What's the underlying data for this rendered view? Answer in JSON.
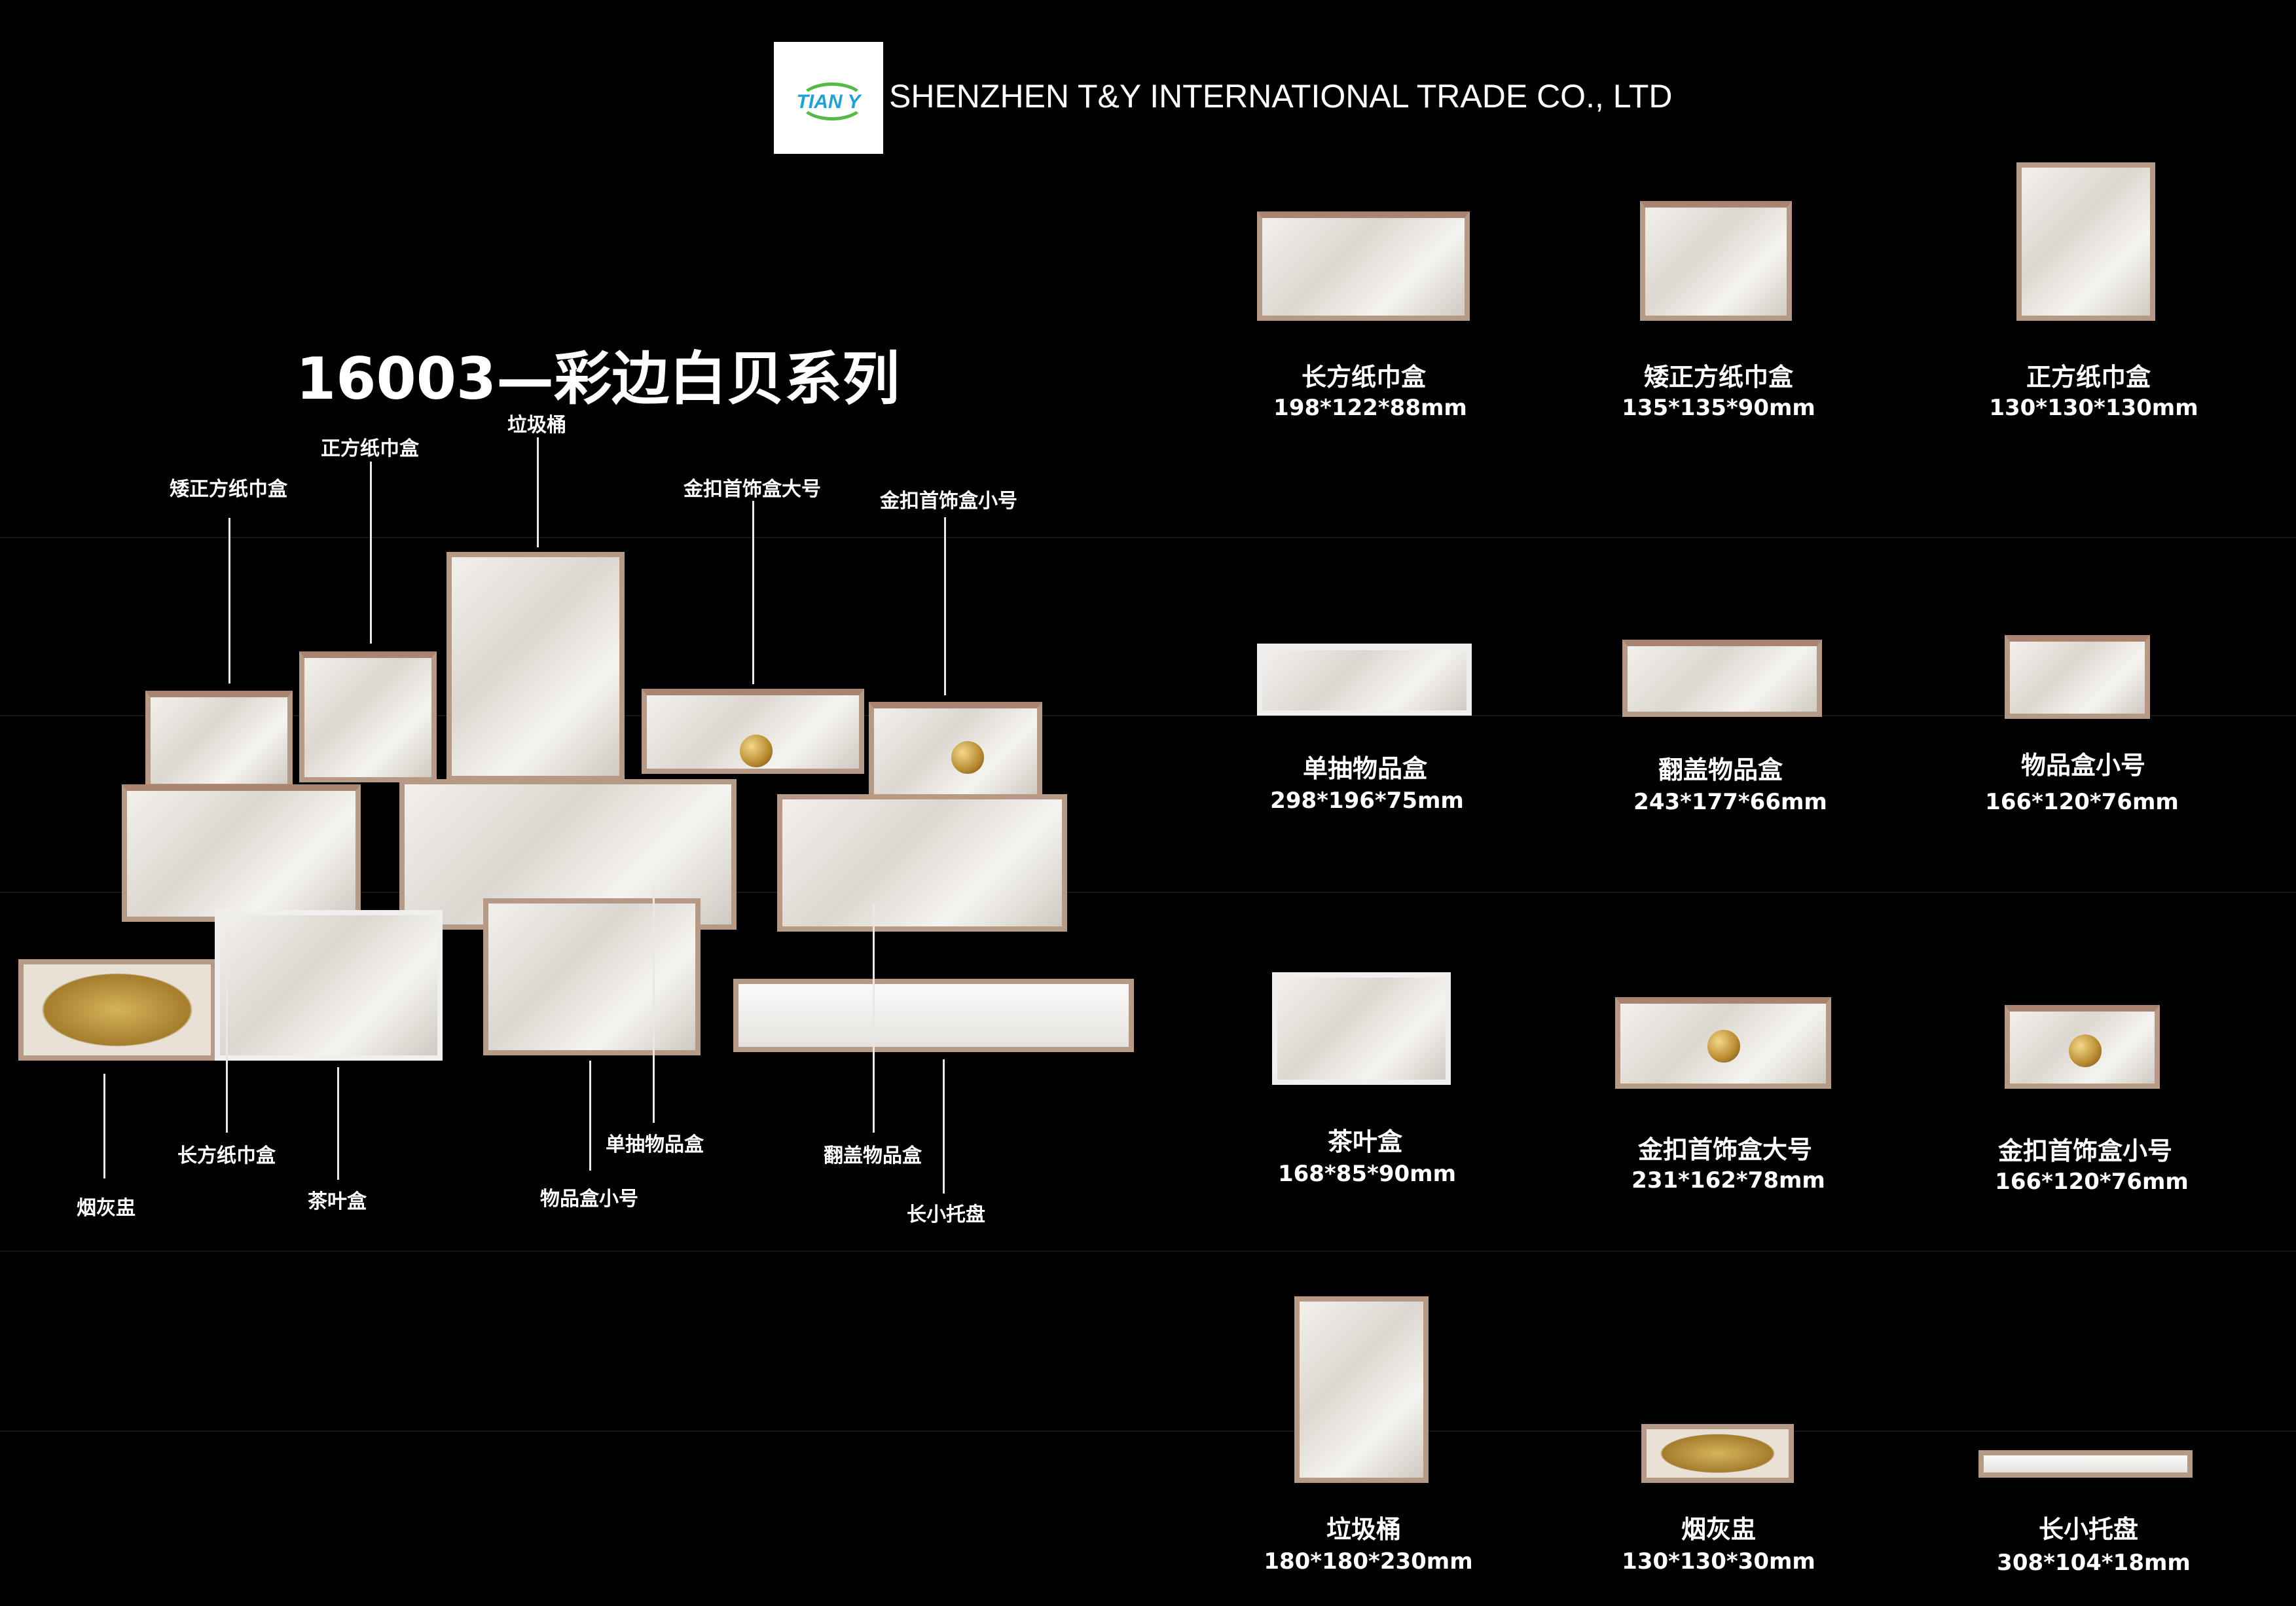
{
  "header": {
    "logo_text": "TIAN Y",
    "company": "SHENZHEN T&Y INTERNATIONAL TRADE CO., LTD"
  },
  "series_title": "16003—彩边白贝系列",
  "callouts": [
    {
      "label": "矮正方纸巾盒"
    },
    {
      "label": "正方纸巾盒"
    },
    {
      "label": "垃圾桶"
    },
    {
      "label": "金扣首饰盒大号"
    },
    {
      "label": "金扣首饰盒小号"
    },
    {
      "label": "烟灰盅"
    },
    {
      "label": "长方纸巾盒"
    },
    {
      "label": "茶叶盒"
    },
    {
      "label": "物品盒小号"
    },
    {
      "label": "单抽物品盒"
    },
    {
      "label": "翻盖物品盒"
    },
    {
      "label": "长小托盘"
    }
  ],
  "products": [
    {
      "name": "长方纸巾盒",
      "dims": "198*122*88mm"
    },
    {
      "name": "矮正方纸巾盒",
      "dims": "135*135*90mm"
    },
    {
      "name": "正方纸巾盒",
      "dims": "130*130*130mm"
    },
    {
      "name": "单抽物品盒",
      "dims": "298*196*75mm"
    },
    {
      "name": "翻盖物品盒",
      "dims": "243*177*66mm"
    },
    {
      "name": "物品盒小号",
      "dims": "166*120*76mm"
    },
    {
      "name": "茶叶盒",
      "dims": "168*85*90mm"
    },
    {
      "name": "金扣首饰盒大号",
      "dims": "231*162*78mm"
    },
    {
      "name": "金扣首饰盒小号",
      "dims": "166*120*76mm"
    },
    {
      "name": "垃圾桶",
      "dims": "180*180*230mm"
    },
    {
      "name": "烟灰盅",
      "dims": "130*130*30mm"
    },
    {
      "name": "长小托盘",
      "dims": "308*104*18mm"
    }
  ],
  "colors": {
    "background": "#000000",
    "text": "#ffffff",
    "shell_border": "#b79a86",
    "gold": "#c9a23f"
  }
}
